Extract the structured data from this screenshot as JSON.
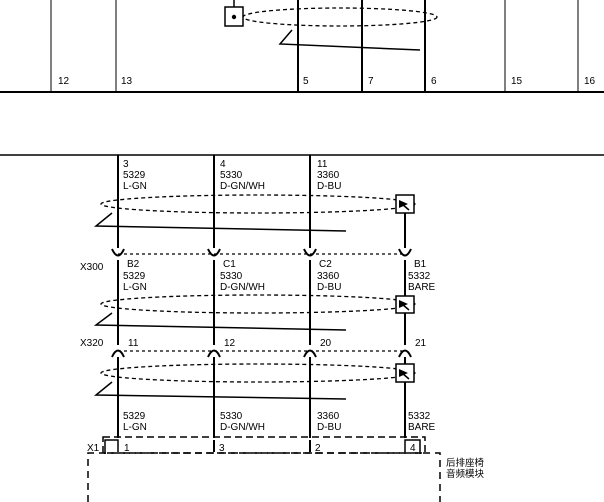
{
  "top_section": {
    "pin_numbers": [
      "12",
      "13",
      "5",
      "7",
      "6",
      "15",
      "16"
    ]
  },
  "circuits": [
    {
      "cavity": "3",
      "circuit": "5329",
      "color": "L-GN"
    },
    {
      "cavity": "4",
      "circuit": "5330",
      "color": "D-GN/WH"
    },
    {
      "cavity": "11",
      "circuit": "3360",
      "color": "D-BU"
    }
  ],
  "connector_x300": {
    "name": "X300",
    "pins": [
      {
        "pin": "B2",
        "circuit": "5329",
        "color": "L-GN"
      },
      {
        "pin": "C1",
        "circuit": "5330",
        "color": "D-GN/WH"
      },
      {
        "pin": "C2",
        "circuit": "3360",
        "color": "D-BU"
      },
      {
        "pin": "B1",
        "circuit": "5332",
        "color": "BARE"
      }
    ]
  },
  "connector_x320": {
    "name": "X320",
    "pins": [
      "11",
      "12",
      "20",
      "21"
    ]
  },
  "lower_wires": [
    {
      "circuit": "5329",
      "color": "L-GN"
    },
    {
      "circuit": "5330",
      "color": "D-GN/WH"
    },
    {
      "circuit": "3360",
      "color": "D-BU"
    },
    {
      "circuit": "5332",
      "color": "BARE"
    }
  ],
  "module_x1": {
    "connector": "X1",
    "pins": [
      "1",
      "3",
      "2",
      "4"
    ],
    "name_line1": "后排座椅",
    "name_line2": "音频模块"
  }
}
